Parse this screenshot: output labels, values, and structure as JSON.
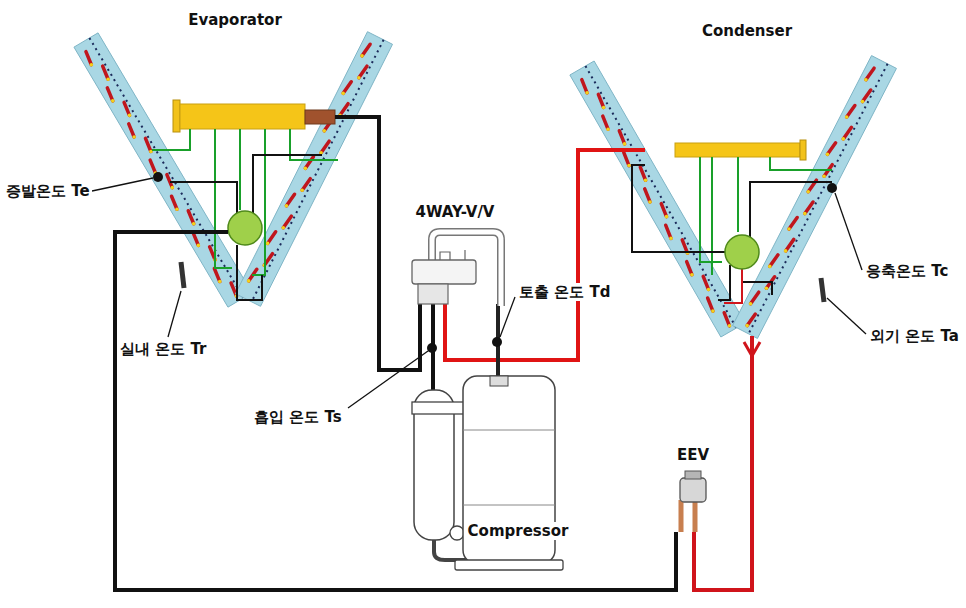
{
  "diagram": {
    "labels": [
      "Evaporator",
      "Condenser",
      "증발온도 Te",
      "4WAY-V/V",
      "응축온도 Tc",
      "토출 온도 Td",
      "외기 온도 Ta",
      "실내 온도 Tr",
      "흡입 온도 Ts",
      "EEV",
      "Compressor"
    ]
  }
}
